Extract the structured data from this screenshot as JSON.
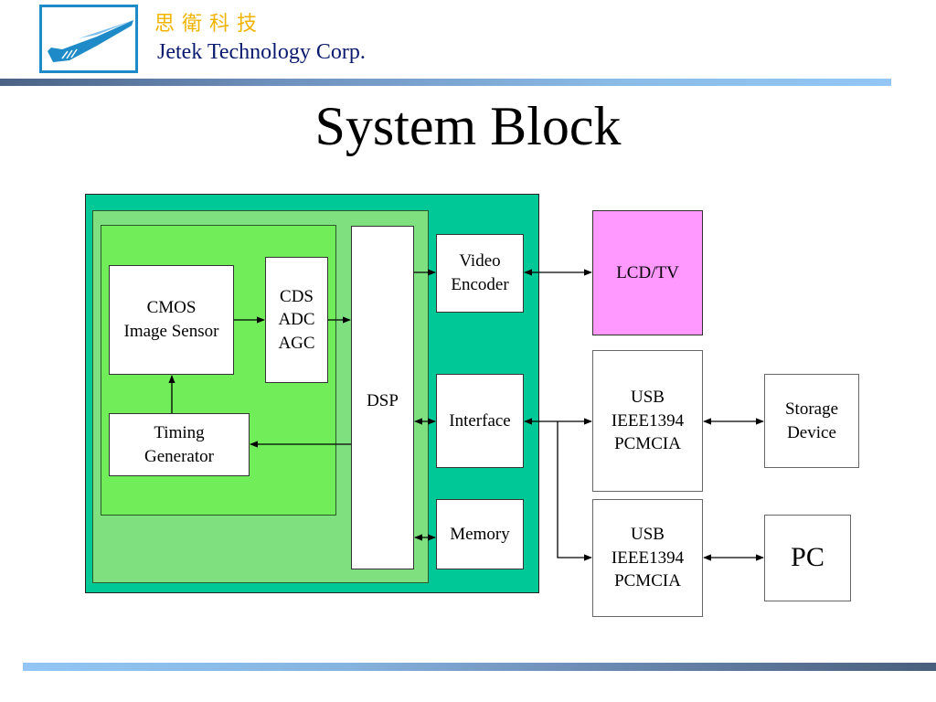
{
  "header": {
    "company_name_cn": "思衛科技",
    "company_name_en": "Jetek Technology Corp.",
    "logo_icon": "airplane-logo-icon"
  },
  "slide": {
    "title": "System Block"
  },
  "diagram": {
    "blocks": {
      "cmos": "CMOS\nImage Sensor",
      "cds": "CDS\nADC\nAGC",
      "timing": "Timing\nGenerator",
      "dsp": "DSP",
      "video_encoder": "Video\nEncoder",
      "interface": "Interface",
      "memory": "Memory",
      "lcd_tv": "LCD/TV",
      "usb1": "USB\nIEEE1394\nPCMCIA",
      "usb2": "USB\nIEEE1394\nPCMCIA",
      "storage": "Storage\nDevice",
      "pc": "PC"
    },
    "colors": {
      "outer_module": "#00c896",
      "mid_module": "#7ee07e",
      "sensor_module": "#72ed5a",
      "display": "#ff99ff"
    },
    "connections": [
      {
        "from": "CMOS Image Sensor",
        "to": "CDS ADC AGC",
        "direction": "one-way"
      },
      {
        "from": "CDS ADC AGC",
        "to": "DSP",
        "direction": "one-way"
      },
      {
        "from": "Timing Generator",
        "to": "CMOS Image Sensor",
        "direction": "one-way"
      },
      {
        "from": "DSP",
        "to": "Timing Generator",
        "direction": "one-way"
      },
      {
        "from": "DSP",
        "to": "Video Encoder",
        "direction": "one-way"
      },
      {
        "from": "DSP",
        "to": "Interface",
        "direction": "two-way"
      },
      {
        "from": "DSP",
        "to": "Memory",
        "direction": "two-way"
      },
      {
        "from": "Video Encoder",
        "to": "LCD/TV",
        "direction": "two-way"
      },
      {
        "from": "Interface",
        "to": "USB IEEE1394 PCMCIA (1)",
        "direction": "two-way"
      },
      {
        "from": "Interface",
        "to": "USB IEEE1394 PCMCIA (2)",
        "direction": "two-way"
      },
      {
        "from": "USB IEEE1394 PCMCIA (1)",
        "to": "Storage Device",
        "direction": "two-way"
      },
      {
        "from": "USB IEEE1394 PCMCIA (2)",
        "to": "PC",
        "direction": "two-way"
      }
    ]
  }
}
